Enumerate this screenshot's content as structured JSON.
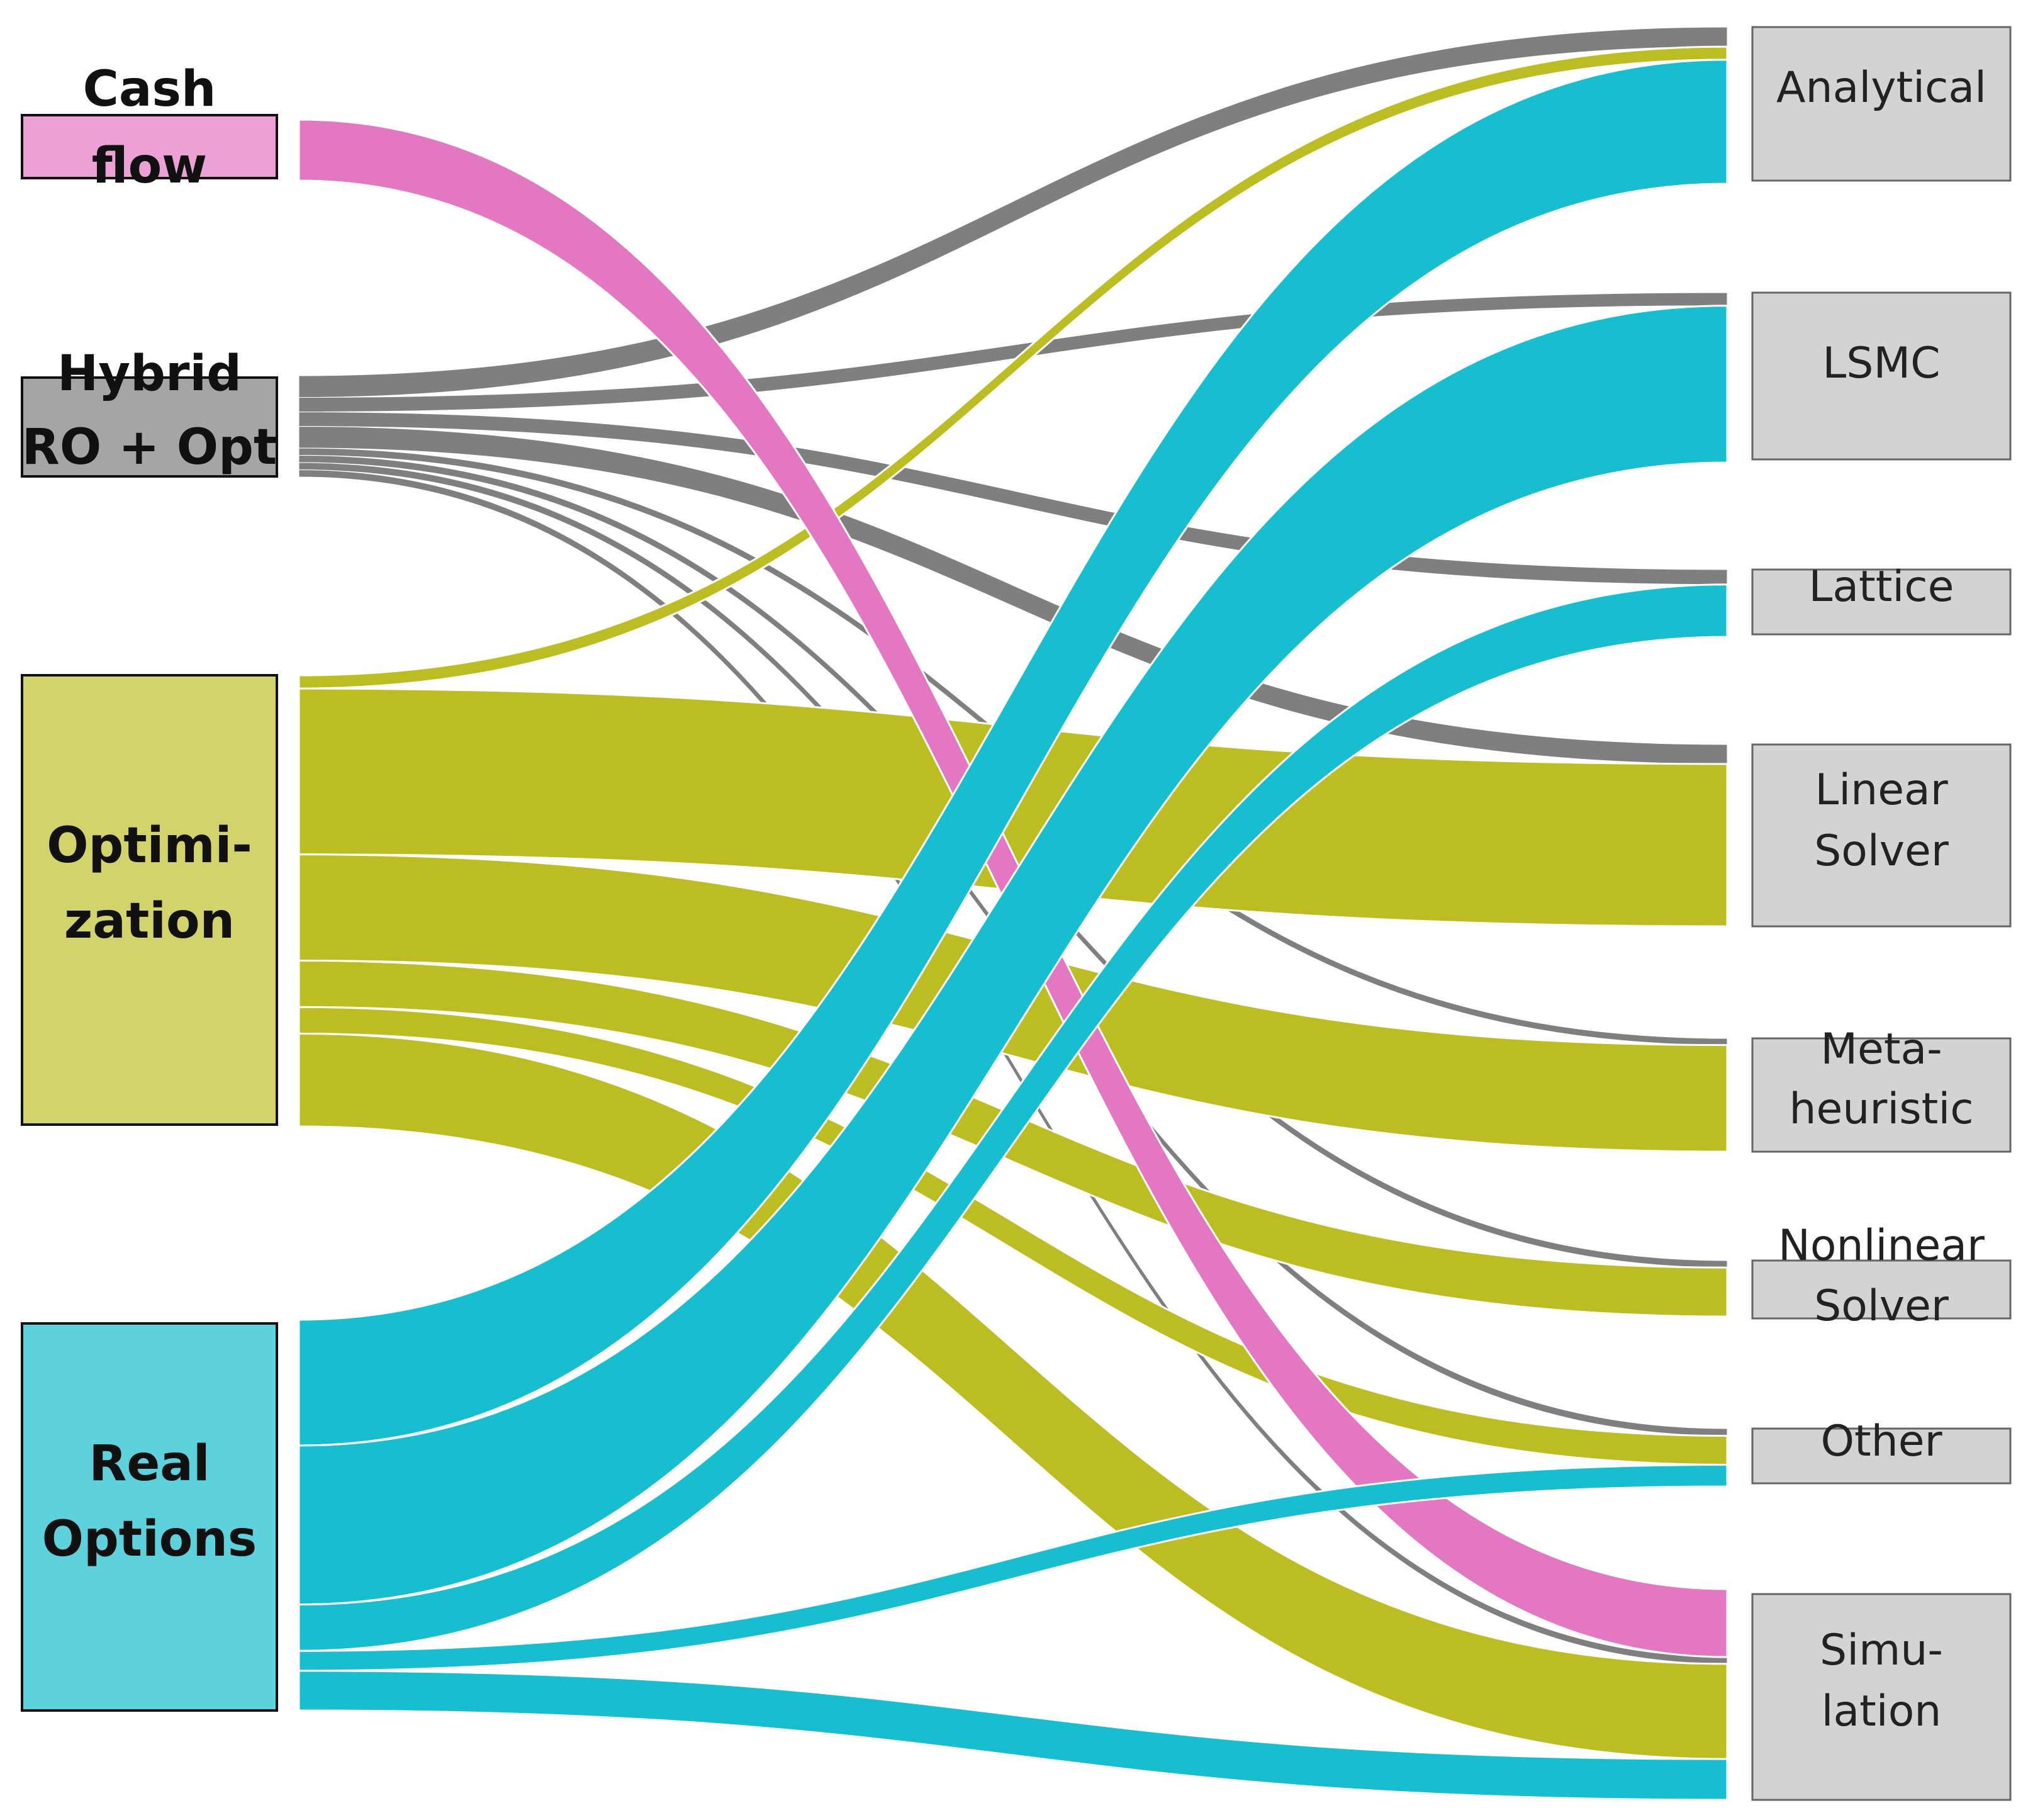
{
  "colors": {
    "cash_flow": "#e377c2",
    "hybrid": "#7f7f7f",
    "optimization": "#bcbd22",
    "real_options": "#17becf",
    "cash_flow_box": "#eca1d6",
    "hybrid_box": "#a5a5a5",
    "optimization_box": "#d2d36b",
    "real_options_box": "#5dd2dd",
    "target_box": "#d3d3d3"
  },
  "sources": [
    {
      "id": "cash",
      "lines": [
        "Cash",
        "flow"
      ]
    },
    {
      "id": "hybrid",
      "lines": [
        "Hybrid",
        "RO + Opt"
      ]
    },
    {
      "id": "opt",
      "lines": [
        "Optimi-",
        "zation"
      ]
    },
    {
      "id": "ro",
      "lines": [
        "Real",
        "Options"
      ]
    }
  ],
  "targets": [
    {
      "id": "analytical",
      "lines": [
        "Analytical"
      ]
    },
    {
      "id": "lsmc",
      "lines": [
        "LSMC"
      ]
    },
    {
      "id": "lattice",
      "lines": [
        "Lattice"
      ]
    },
    {
      "id": "linear",
      "lines": [
        "Linear",
        "Solver"
      ]
    },
    {
      "id": "meta",
      "lines": [
        "Meta-",
        "heuristic"
      ]
    },
    {
      "id": "nonlinear",
      "lines": [
        "Nonlinear",
        "Solver"
      ]
    },
    {
      "id": "other",
      "lines": [
        "Other"
      ]
    },
    {
      "id": "sim",
      "lines": [
        "Simu-",
        "lation"
      ]
    }
  ],
  "flows": [
    {
      "source": "cash",
      "target": "sim",
      "value": 10
    },
    {
      "source": "hybrid",
      "target": "analytical",
      "value": 3
    },
    {
      "source": "hybrid",
      "target": "lsmc",
      "value": 2
    },
    {
      "source": "hybrid",
      "target": "lattice",
      "value": 2
    },
    {
      "source": "hybrid",
      "target": "linear",
      "value": 3
    },
    {
      "source": "hybrid",
      "target": "meta",
      "value": 1
    },
    {
      "source": "hybrid",
      "target": "nonlinear",
      "value": 1
    },
    {
      "source": "hybrid",
      "target": "other",
      "value": 1
    },
    {
      "source": "hybrid",
      "target": "sim",
      "value": 1
    },
    {
      "source": "opt",
      "target": "analytical",
      "value": 2
    },
    {
      "source": "opt",
      "target": "linear",
      "value": 25
    },
    {
      "source": "opt",
      "target": "meta",
      "value": 16
    },
    {
      "source": "opt",
      "target": "nonlinear",
      "value": 7
    },
    {
      "source": "opt",
      "target": "other",
      "value": 4
    },
    {
      "source": "opt",
      "target": "sim",
      "value": 14
    },
    {
      "source": "ro",
      "target": "analytical",
      "value": 19
    },
    {
      "source": "ro",
      "target": "lsmc",
      "value": 24
    },
    {
      "source": "ro",
      "target": "lattice",
      "value": 7
    },
    {
      "source": "ro",
      "target": "other",
      "value": 3
    },
    {
      "source": "ro",
      "target": "sim",
      "value": 6
    }
  ]
}
